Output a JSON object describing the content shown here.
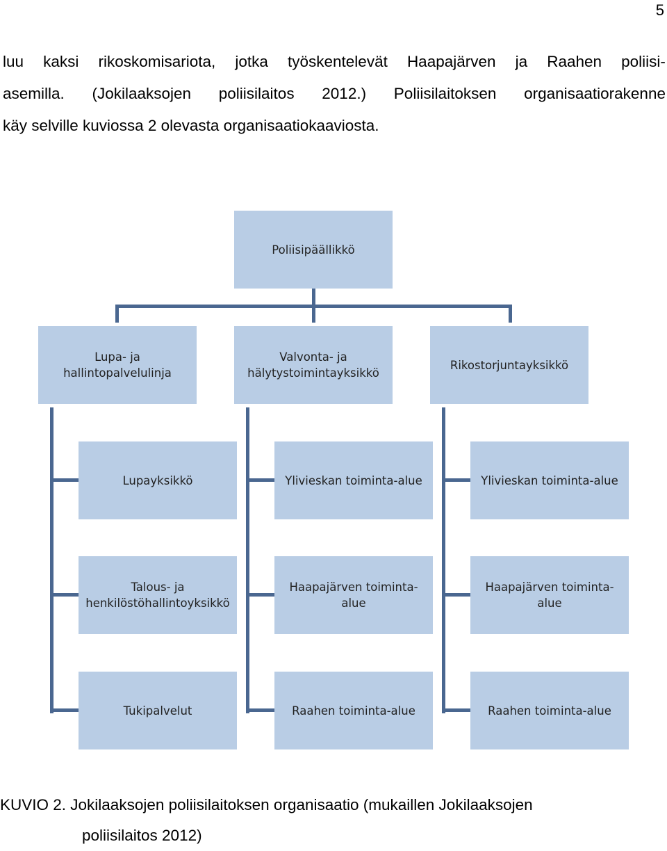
{
  "page": {
    "number": "5"
  },
  "paragraph": {
    "line1": [
      "luu",
      "kaksi",
      "rikoskomisariota,",
      "jotka",
      "työskentelevät",
      "Haapajärven",
      "ja",
      "Raahen",
      "poliisi-"
    ],
    "line2": [
      "asemilla.",
      "(Jokilaaksojen",
      "poliisilaitos",
      "2012.)",
      "Poliisilaitoksen",
      "organisaatiorakenne"
    ],
    "line3": "käy selville kuviossa 2 olevasta organisaatiokaaviosta."
  },
  "org_chart": {
    "root": "Poliisipäällikkö",
    "columns": [
      {
        "head": [
          "Lupa- ja",
          "hallintopalvelulinja"
        ],
        "children": [
          [
            "Lupayksikkö"
          ],
          [
            "Talous- ja",
            "henkilöstöhallintoyksikkö"
          ],
          [
            "Tukipalvelut"
          ]
        ]
      },
      {
        "head": [
          "Valvonta- ja",
          "hälytystoimintayksikkö"
        ],
        "children": [
          [
            "Ylivieskan toiminta-alue"
          ],
          [
            "Haapajärven toiminta-",
            "alue"
          ],
          [
            "Raahen toiminta-alue"
          ]
        ]
      },
      {
        "head": [
          "Rikostorjuntayksikkö"
        ],
        "children": [
          [
            "Ylivieskan toiminta-alue"
          ],
          [
            "Haapajärven toiminta-",
            "alue"
          ],
          [
            "Raahen toiminta-alue"
          ]
        ]
      }
    ],
    "colors": {
      "box_fill": "#b9cde5",
      "connector": "#4a6790"
    }
  },
  "caption": {
    "line1": "KUVIO 2. Jokilaaksojen poliisilaitoksen organisaatio (mukaillen Jokilaaksojen",
    "line2": "poliisilaitos 2012)"
  }
}
